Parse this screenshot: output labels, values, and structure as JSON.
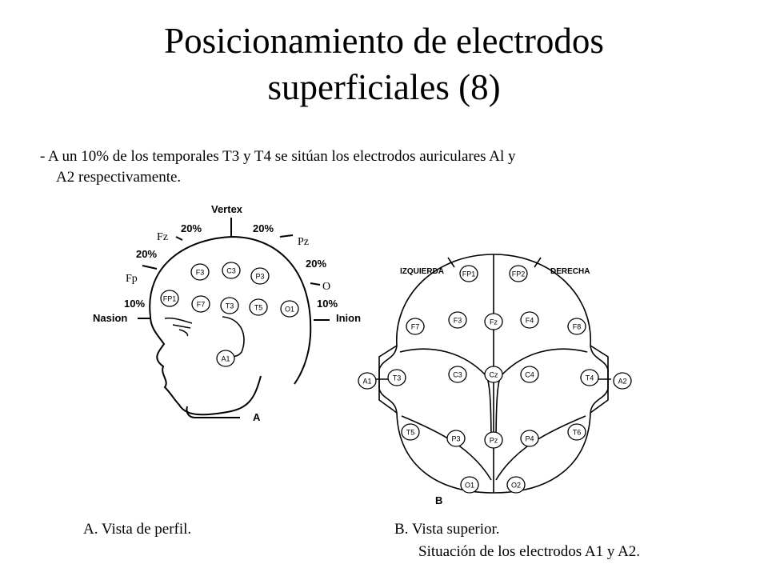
{
  "title": {
    "line1": "Posicionamiento de electrodos",
    "line2": "superficiales (8)"
  },
  "bullet": {
    "line1": "- A un 10% de los temporales T3 y T4 se sitúan los electrodos auriculares Al y",
    "line2": "A2 respectivamente."
  },
  "side_view": {
    "vertex": "Vertex",
    "fz": "Fz",
    "fp": "Fp",
    "nasion": "Nasion",
    "pz": "Pz",
    "o": "O",
    "inion": "Inion",
    "percent": "20%",
    "percent10": "10%",
    "panel_letter": "A",
    "electrodes": [
      "F3",
      "C3",
      "P3",
      "FP1",
      "F7",
      "T3",
      "T5",
      "O1",
      "A1"
    ]
  },
  "top_view": {
    "left_label": "IZQUIERDA",
    "right_label": "DERECHA",
    "panel_letter": "B",
    "electrodes": [
      "FP1",
      "FP2",
      "F7",
      "F3",
      "Fz",
      "F4",
      "F8",
      "A1",
      "T3",
      "C3",
      "Cz",
      "C4",
      "T4",
      "A2",
      "T5",
      "P3",
      "Pz",
      "P4",
      "T6",
      "O1",
      "O2"
    ]
  },
  "captions": {
    "a": "A.  Vista de perfil.",
    "b1": "B. Vista superior.",
    "b2": "Situación de los electrodos A1 y A2."
  }
}
